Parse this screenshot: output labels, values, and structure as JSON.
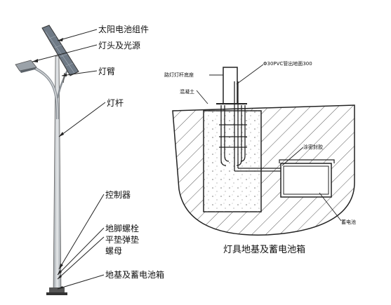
{
  "left_labels": {
    "solar_module": "太阳电池组件",
    "lamp_head": "灯头及光源",
    "lamp_arm": "灯臂",
    "pole": "灯杆",
    "controller": "控制器",
    "anchor_bolt": "地脚螺栓",
    "washer": "平垫弹垫",
    "nut": "螺母",
    "foundation_box": "地基及蓄电池箱"
  },
  "right_labels": {
    "pvc_pipe": "Φ30PVC管出地面300",
    "pole_base": "路灯灯杆底座",
    "concrete": "混凝土",
    "sealant": "涂密封胶",
    "battery": "蓄电池"
  },
  "caption": "灯具地基及蓄电池箱",
  "colors": {
    "line": "#222222",
    "solar_panel": "#6f7a86",
    "pole": "#c9cdd2",
    "hatch": "#555555"
  }
}
